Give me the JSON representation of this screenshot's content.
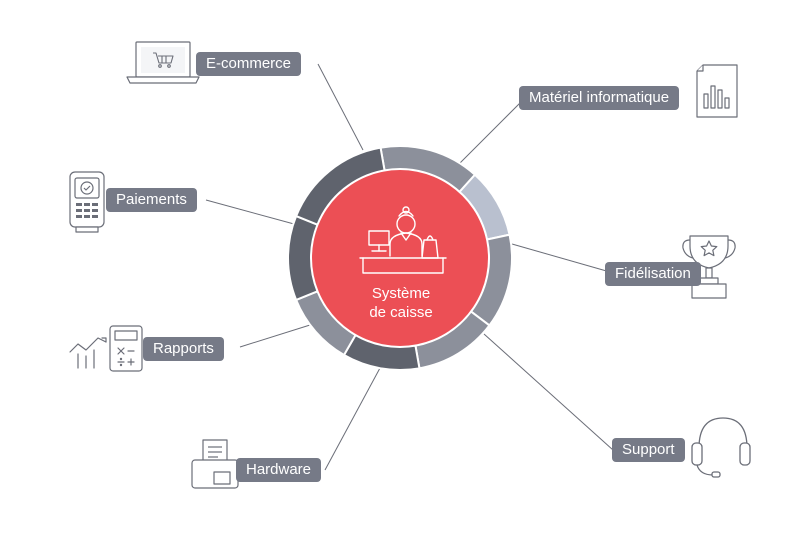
{
  "center": {
    "line1": "Système",
    "line2": "de caisse",
    "icon": "cashier-person-icon"
  },
  "nodes": [
    {
      "key": "ecommerce",
      "label": "E-commerce",
      "icon": "laptop-cart-icon"
    },
    {
      "key": "paiements",
      "label": "Paiements",
      "icon": "payment-terminal-icon"
    },
    {
      "key": "rapports",
      "label": "Rapports",
      "icon": "chart-calculator-icon"
    },
    {
      "key": "hardware",
      "label": "Hardware",
      "icon": "printer-icon"
    },
    {
      "key": "materiel",
      "label": "Matériel informatique",
      "icon": "document-chart-icon"
    },
    {
      "key": "fidelisation",
      "label": "Fidélisation",
      "icon": "trophy-icon"
    },
    {
      "key": "support",
      "label": "Support",
      "icon": "headset-icon"
    }
  ],
  "colors": {
    "label_bg": "#767a87",
    "center_fill": "#ec4f55",
    "ring_dark": "#5f636d",
    "ring_mid": "#8c909b",
    "ring_light": "#b9c0cf",
    "line": "#6b6e78"
  }
}
